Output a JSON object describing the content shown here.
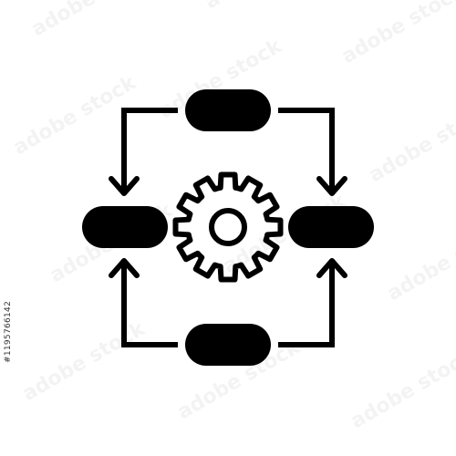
{
  "icon": {
    "name": "workflow-process-icon",
    "color": "#000000",
    "background": "#ffffff",
    "nodes": [
      "top",
      "left",
      "right",
      "bottom"
    ],
    "center_icon": "gear-icon"
  },
  "watermark": {
    "text": "adobe stock",
    "opacity": 0.045
  },
  "stock_id": "#1195766142"
}
